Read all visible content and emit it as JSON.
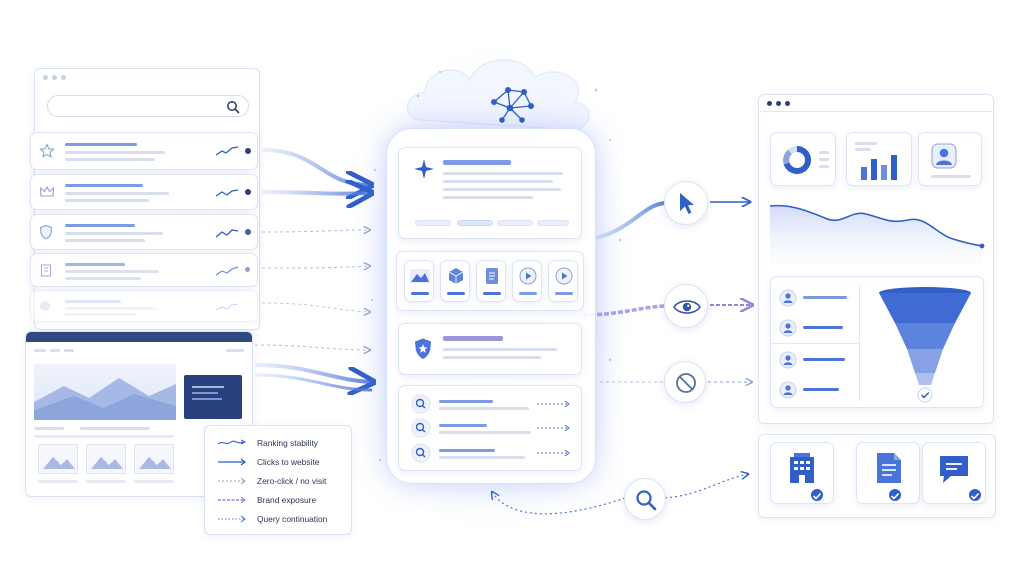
{
  "legend": {
    "ranking_stability": "Ranking stability",
    "clicks_to_website": "Clicks to website",
    "zero_click": "Zero-click / no visit",
    "brand_exposure": "Brand exposure",
    "query_continuation": "Query continuation"
  },
  "icons": {
    "search": "search-icon",
    "star": "star-icon",
    "crown": "crown-icon",
    "shield": "shield-icon",
    "building": "building-icon",
    "cursor": "cursor-icon",
    "eye": "eye-icon",
    "blocked": "blocked-icon",
    "network": "network-icon",
    "sparkle": "sparkle-icon"
  },
  "colors": {
    "primary": "#2f5fc7",
    "accent": "#4a74d9",
    "soft": "#a9bdf0",
    "brand_exposure": "#8f86d9",
    "line": "#c8d2ea"
  }
}
